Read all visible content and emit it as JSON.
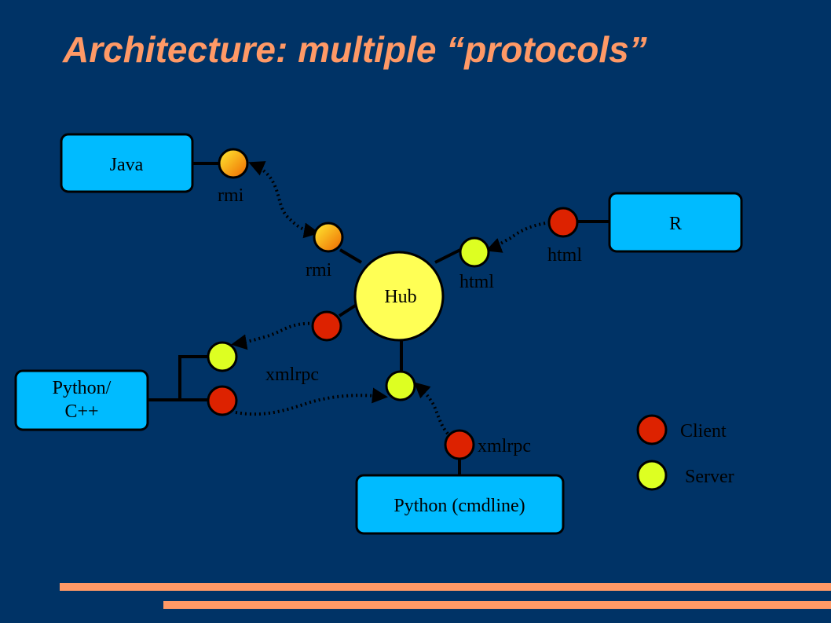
{
  "title": "Architecture: multiple “protocols”",
  "diagram": {
    "hub": {
      "label": "Hub"
    },
    "boxes": {
      "java": "Java",
      "r": "R",
      "python_cpp": [
        "Python/",
        "C++"
      ],
      "python_cmdline": "Python (cmdline)"
    },
    "protocol_labels": {
      "java_rmi": "rmi",
      "hub_rmi": "rmi",
      "hub_html": "html",
      "r_html": "html",
      "hub_xmlrpc": "xmlrpc",
      "cmdline_xmlrpc": "xmlrpc"
    },
    "legend": {
      "client": "Client",
      "server": "Server"
    }
  },
  "colors": {
    "background": "#003366",
    "title": "#FF9966",
    "box_fill": "#00BBFF",
    "hub_fill": "#FFFF55",
    "client": "#DD2200",
    "server": "#DDFF22",
    "rmi_gradient_start": "#FFEE33",
    "rmi_gradient_end": "#EE6600",
    "accent_bar": "#FF9966"
  }
}
